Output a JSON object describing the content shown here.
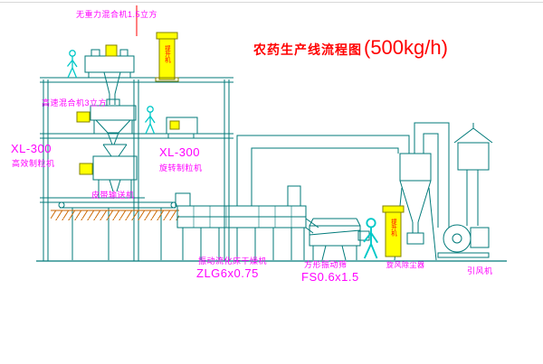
{
  "title": {
    "main": "农药生产线流程图",
    "capacity": "(500kg/h)"
  },
  "labels": {
    "top_mixer": "无重力混合机1.5立方",
    "second_floor_mixer": "高速混合机3立方",
    "granulator_left_model": "XL-300",
    "granulator_left_name": "高效制粒机",
    "granulator_mid_model": "XL-300",
    "granulator_mid_name": "旋转制粒机",
    "belt_conveyor": "皮带输送机",
    "dryer_name": "振动流化床干燥机",
    "dryer_model": "ZLG6x0.75",
    "screen_name": "方形振动筛",
    "screen_model": "FS0.6x1.5",
    "cyclone": "旋风除尘器",
    "fan": "引风机",
    "elevator_top": "提升机",
    "elevator_right": "提升机"
  },
  "colors": {
    "line": "#007a7a",
    "label": "#ff00ff",
    "title": "#ff0000",
    "equipment_highlight": "#ffff00",
    "figure": "#00c8c8",
    "hatch": "#cc6600"
  }
}
